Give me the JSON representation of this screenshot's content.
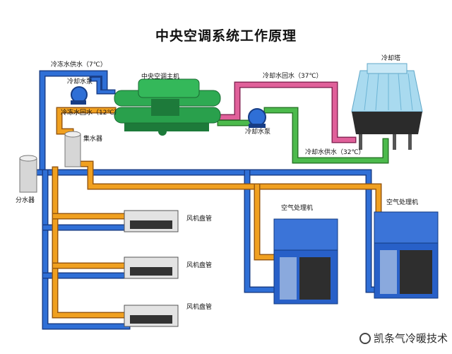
{
  "title": "中央空调系统工作原理",
  "labels": {
    "chilled_supply": "冷冻水供水（7℃）",
    "cooling_pump_left": "冷却水泵",
    "chilled_return": "冷冻水回水（12℃）",
    "chiller": "中央空调主机",
    "cooling_return": "冷却水回水（37℃）",
    "cooling_tower": "冷却塔",
    "cooling_pump_right": "冷却水泵",
    "cooling_supply": "冷却水供水（32℃）",
    "collector": "集水器",
    "distributor": "分水器",
    "fcu1": "风机盘管",
    "fcu2": "风机盘管",
    "fcu3": "风机盘管",
    "ahu1": "空气处理机",
    "ahu2": "空气处理机"
  },
  "watermark": "凯条气冷暖技术",
  "colors": {
    "chilled_supply_pipe": "#2f6fd6",
    "chilled_return_pipe": "#f0a020",
    "cooling_return_pipe": "#e0609a",
    "cooling_supply_pipe": "#4cba4c",
    "chiller_body": "#2eaa52",
    "ahu_body": "#2860c8",
    "tower_body": "#9fd4ec"
  }
}
